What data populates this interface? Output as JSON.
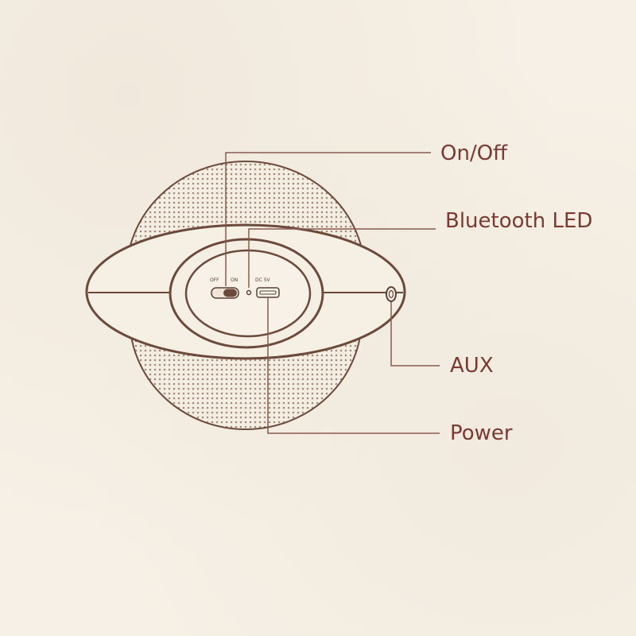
{
  "callouts": {
    "on_off": "On/Off",
    "bluetooth_led": "Bluetooth LED",
    "aux": "AUX",
    "power": "Power"
  },
  "panel": {
    "off_label": "OFF",
    "on_label": "ON",
    "dc_label": "DC 5V"
  },
  "colors": {
    "label": "#7a3a32",
    "line": "#8a5a4e",
    "outline": "#6b4a3c",
    "background": "#f6f0e6"
  }
}
